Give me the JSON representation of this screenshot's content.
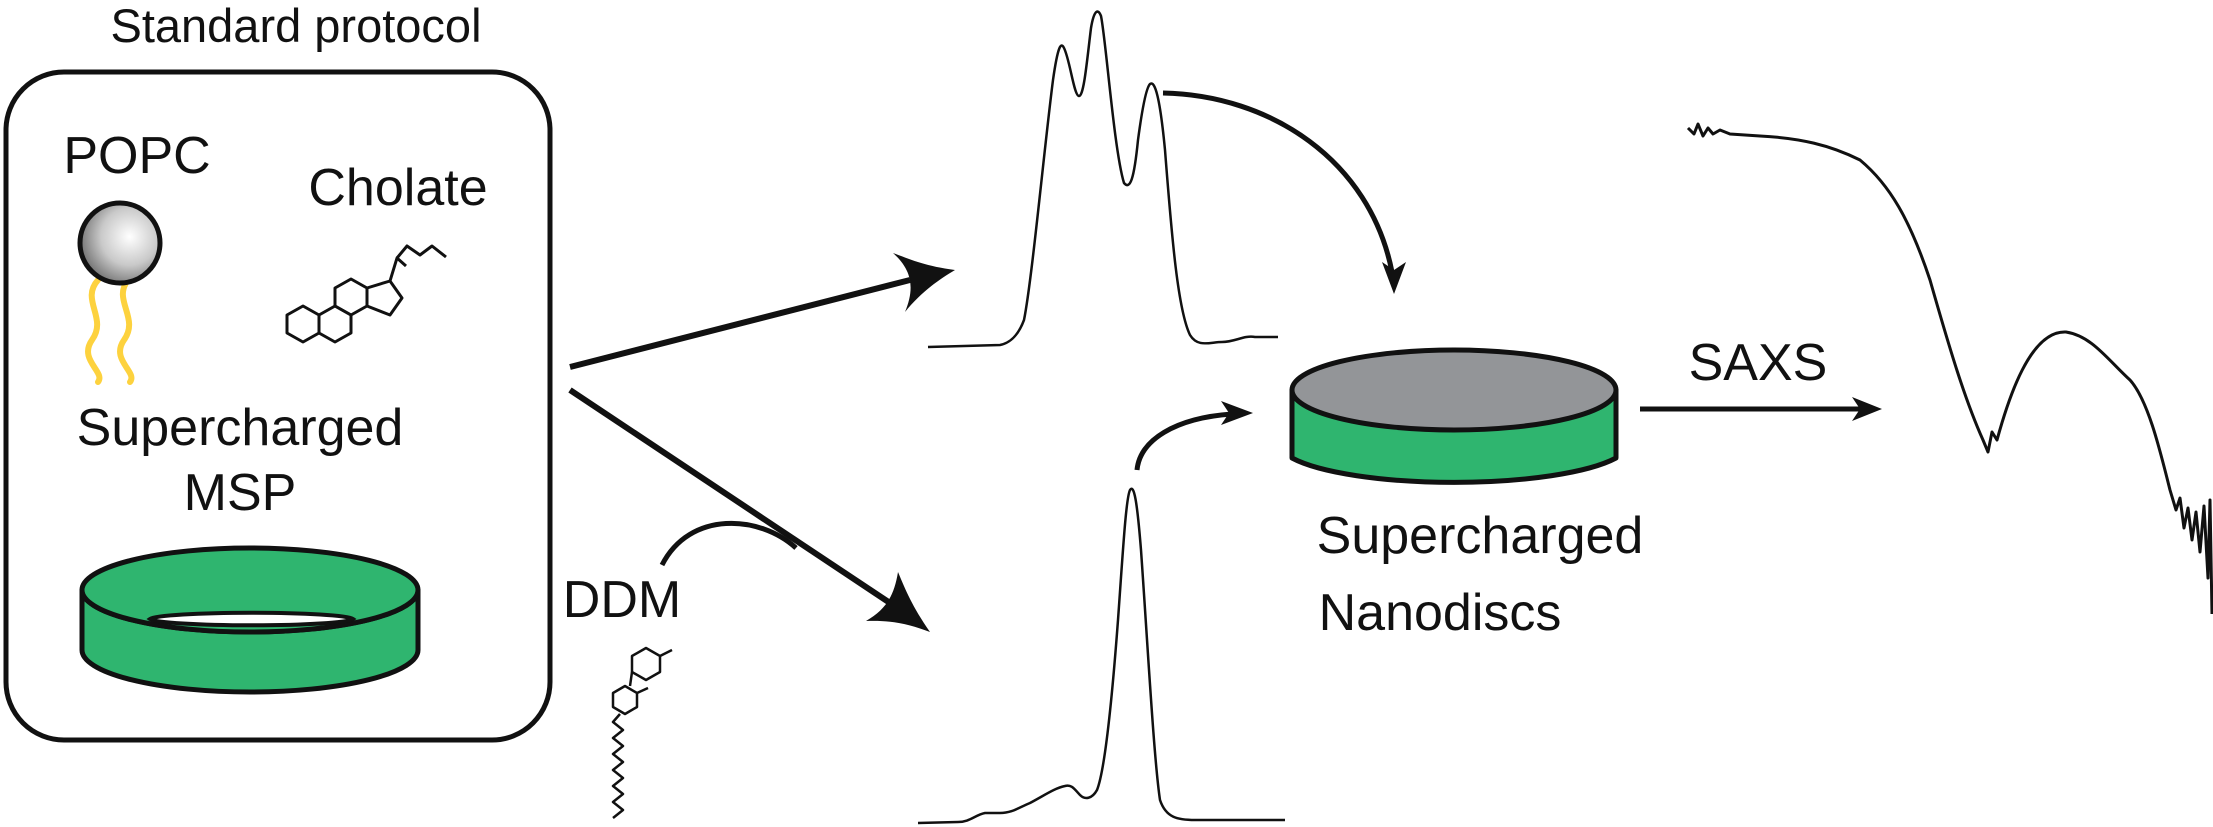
{
  "protocol_box": {
    "title": "Standard protocol",
    "lipid_label": "POPC",
    "detergent_label": "Cholate",
    "protein_label_line1": "Supercharged",
    "protein_label_line2": "MSP"
  },
  "alt_detergent_label": "DDM",
  "product_label_line1": "Supercharged",
  "product_label_line2": "Nanodiscs",
  "method_label": "SAXS",
  "colors": {
    "belt_green": "#2fb56f",
    "disc_top_grey": "#939598",
    "lipid_tail": "#fdd23e",
    "outline": "#111111"
  }
}
